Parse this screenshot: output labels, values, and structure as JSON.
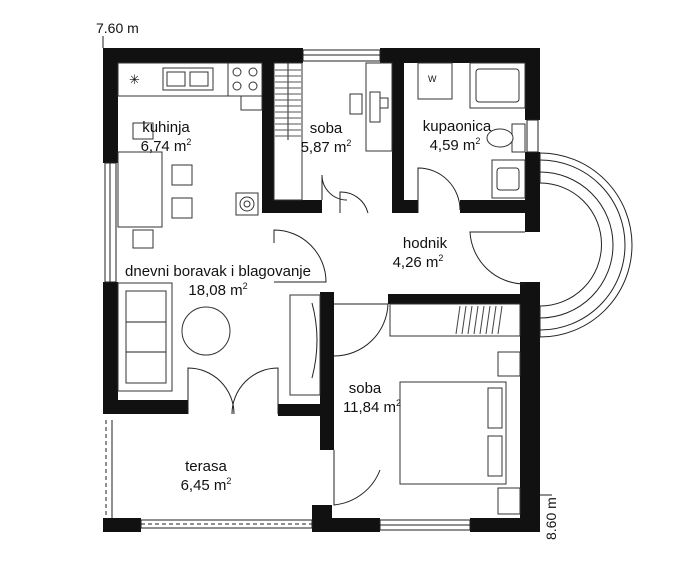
{
  "dimensions": {
    "width": "7.60 m",
    "depth": "8.60 m"
  },
  "rooms": [
    {
      "name": "kuhinja",
      "area": "6,74 m",
      "sup": "2"
    },
    {
      "name": "soba",
      "area": "5,87 m",
      "sup": "2"
    },
    {
      "name": "kupaonica",
      "area": "4,59 m",
      "sup": "2"
    },
    {
      "name": "hodnik",
      "area": "4,26 m",
      "sup": "2"
    },
    {
      "name": "dnevni boravak i blagovanje",
      "area": "18,08 m",
      "sup": "2"
    },
    {
      "name": "soba",
      "area": "11,84 m",
      "sup": "2"
    },
    {
      "name": "terasa",
      "area": "6,45 m",
      "sup": "2"
    }
  ],
  "fixtures": {
    "washer_mark": "W"
  },
  "colors": {
    "wall": "#111111",
    "line": "#222222"
  }
}
